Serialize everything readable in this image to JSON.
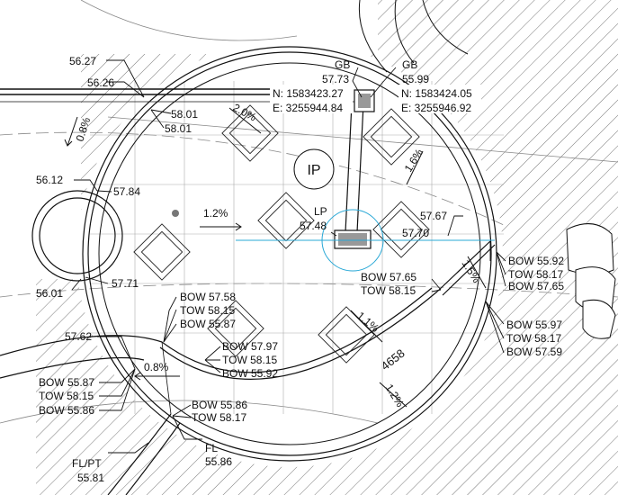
{
  "plan": {
    "ip_symbol": "IP",
    "dimension": "4658",
    "labels": {
      "top_56_27": "56.27",
      "top_56_26": "56.26",
      "top_58_01a": "58.01",
      "top_58_01b": "58.01",
      "slope_0_8_left": "0.8%",
      "slope_2_0": "2.0%",
      "gb_left": "GB",
      "gb_left_val": "57.73",
      "gb_right": "GB",
      "gb_right_val": "55.99",
      "n_left": "N: 1583423.27",
      "e_left": "E: 3255944.84",
      "n_right": "N: 1583424.05",
      "e_right": "E: 3255946.92",
      "slope_1_6": "1.6%",
      "left_56_12": "56.12",
      "left_57_84": "57.84",
      "slope_1_2_mid": "1.2%",
      "lp": "LP",
      "lp_val": "57.48",
      "r_57_67": "57.67",
      "r_57_70": "57.70",
      "slope_1_5": "1.5%",
      "bow_55_92": "BOW 55.92",
      "tow_58_17_a": "TOW 58.17",
      "bow_57_65_a": "BOW 57.65",
      "left_56_01": "56.01",
      "left_57_71": "57.71",
      "bow_57_65_b": "BOW 57.65",
      "tow_58_15_b": "TOW 58.15",
      "bow_57_58": "BOW 57.58",
      "tow_58_15_c": "TOW 58.15",
      "bow_55_87_c": "BOW 55.87",
      "slope_1_1": "1.1%",
      "bow_55_97": "BOW 55.97",
      "tow_58_17_d": "TOW 58.17",
      "bow_57_59": "BOW 57.59",
      "left_57_62": "57.62",
      "bow_57_97": "BOW 57.97",
      "tow_58_15_e": "TOW 58.15",
      "bow_55_92_e": "BOW 55.92",
      "slope_0_8_bottom": "0.8%",
      "bow_55_87_f": "BOW 55.87",
      "tow_58_15_f": "TOW 58.15",
      "bow_55_86_f": "BOW 55.86",
      "bow_55_86_g": "BOW 55.86",
      "tow_58_17_g": "TOW 58.17",
      "slope_1_2_bottom": "1.2%",
      "fl": "FL",
      "fl_val": "55.86",
      "flpt": "FL/PT",
      "flpt_val": "55.81"
    }
  }
}
